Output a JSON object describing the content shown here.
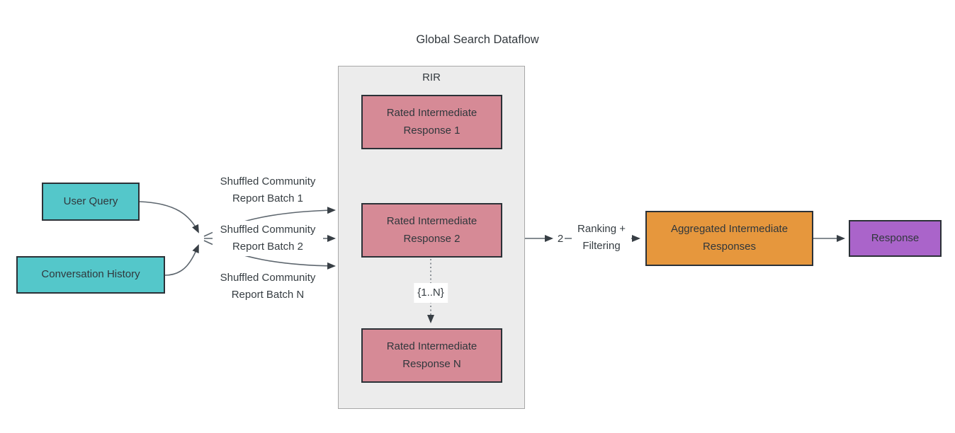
{
  "title": "Global Search Dataflow",
  "colors": {
    "teal": "#54c7ca",
    "rose": "#d68a96",
    "orange": "#e6973d",
    "purple": "#aa64ca",
    "container_bg": "#ececec",
    "container_border": "#a8a8a8",
    "node_border": "#2b3137",
    "edge": "#5d666e",
    "text": "#343b40"
  },
  "container": {
    "label": "RIR"
  },
  "nodes": {
    "user_query": "User Query",
    "conversation_history": "Conversation History",
    "rated_1": "Rated Intermediate Response 1",
    "rated_2": "Rated Intermediate Response 2",
    "rated_n": "Rated Intermediate Response N",
    "aggregated": "Aggregated Intermediate Responses",
    "response": "Response"
  },
  "edge_labels": {
    "batch_1": "Shuffled Community Report Batch 1",
    "batch_2": "Shuffled Community Report Batch 2",
    "batch_n": "Shuffled Community Report Batch N",
    "loop_range": "{1..N}",
    "count": "2",
    "ranking_filtering": "Ranking + Filtering"
  }
}
